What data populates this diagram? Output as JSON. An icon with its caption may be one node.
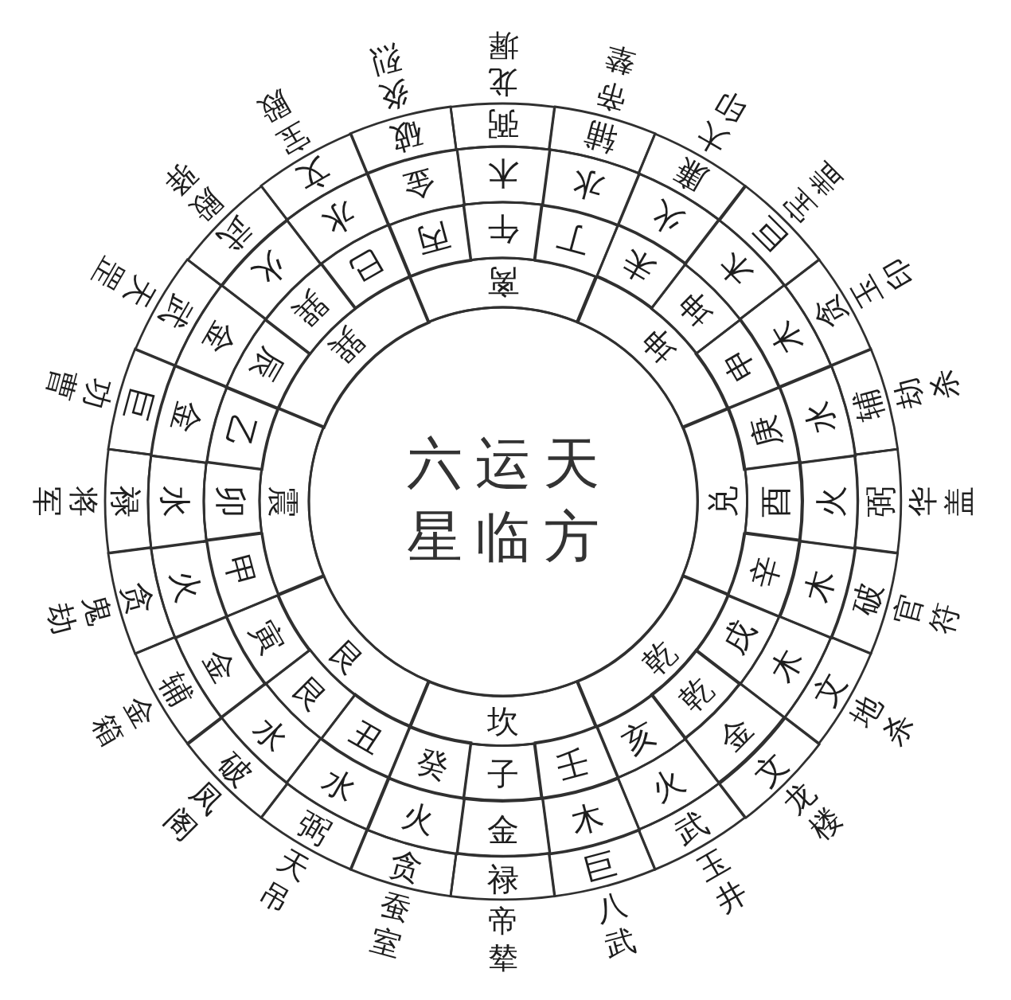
{
  "diagram": {
    "nodes": [
      {
        "text": [
          "六运天星临方"
        ]
      },
      {
        "text": [
          "离"
        ]
      },
      {
        "text": [
          "坤"
        ]
      },
      {
        "text": [
          "兑"
        ]
      },
      {
        "text": [
          "乾"
        ]
      },
      {
        "text": [
          "坎"
        ]
      },
      {
        "text": [
          "艮"
        ]
      },
      {
        "text": [
          "震"
        ]
      },
      {
        "text": [
          "巽"
        ]
      },
      {
        "text": [
          "午"
        ]
      },
      {
        "text": [
          "丁"
        ]
      },
      {
        "text": [
          "未"
        ]
      },
      {
        "text": [
          "坤"
        ]
      },
      {
        "text": [
          "申"
        ]
      },
      {
        "text": [
          "庚"
        ]
      },
      {
        "text": [
          "酉"
        ]
      },
      {
        "text": [
          "辛"
        ]
      },
      {
        "text": [
          "戌"
        ]
      },
      {
        "text": [
          "乾"
        ]
      },
      {
        "text": [
          "亥"
        ]
      },
      {
        "text": [
          "壬"
        ]
      },
      {
        "text": [
          "子"
        ]
      },
      {
        "text": [
          "癸"
        ]
      },
      {
        "text": [
          "丑"
        ]
      },
      {
        "text": [
          "艮"
        ]
      },
      {
        "text": [
          "寅"
        ]
      },
      {
        "text": [
          "甲"
        ]
      },
      {
        "text": [
          "卯"
        ]
      },
      {
        "text": [
          "乙"
        ]
      },
      {
        "text": [
          "辰"
        ]
      },
      {
        "text": [
          "巽"
        ]
      },
      {
        "text": [
          "巳"
        ]
      },
      {
        "text": [
          "丙"
        ]
      },
      {
        "text": [
          "木"
        ]
      },
      {
        "text": [
          "水"
        ]
      },
      {
        "text": [
          "火"
        ]
      },
      {
        "text": [
          "木"
        ]
      },
      {
        "text": [
          "木"
        ]
      },
      {
        "text": [
          "水"
        ]
      },
      {
        "text": [
          "火"
        ]
      },
      {
        "text": [
          "木"
        ]
      },
      {
        "text": [
          "木"
        ]
      },
      {
        "text": [
          "金"
        ]
      },
      {
        "text": [
          "火"
        ]
      },
      {
        "text": [
          "木"
        ]
      },
      {
        "text": [
          "金"
        ]
      },
      {
        "text": [
          "火"
        ]
      },
      {
        "text": [
          "水"
        ]
      },
      {
        "text": [
          "水"
        ]
      },
      {
        "text": [
          "金"
        ]
      },
      {
        "text": [
          "火"
        ]
      },
      {
        "text": [
          "水"
        ]
      },
      {
        "text": [
          "金"
        ]
      },
      {
        "text": [
          "金"
        ]
      },
      {
        "text": [
          "火"
        ]
      },
      {
        "text": [
          "水"
        ]
      },
      {
        "text": [
          "金"
        ]
      },
      {
        "text": [
          "弼"
        ],
        "beside": [
          "龙墀"
        ]
      },
      {
        "text": [
          "辅"
        ],
        "beside": [
          "帝辇"
        ]
      },
      {
        "text": [
          "廉"
        ],
        "beside": [
          "大印"
        ]
      },
      {
        "text": [
          "巨"
        ],
        "beside": [
          "宝盖"
        ]
      },
      {
        "text": [
          "贪"
        ],
        "beside": [
          "玉印"
        ]
      },
      {
        "text": [
          "辅"
        ],
        "beside": [
          "劫杀"
        ]
      },
      {
        "text": [
          "弼"
        ],
        "beside": [
          "华盖"
        ]
      },
      {
        "text": [
          "破"
        ],
        "beside": [
          "官符"
        ]
      },
      {
        "text": [
          "文"
        ],
        "beside": [
          "地杀"
        ]
      },
      {
        "text": [
          "文"
        ],
        "beside": [
          "龙楼"
        ]
      },
      {
        "text": [
          "武"
        ],
        "beside": [
          "玉井"
        ]
      },
      {
        "text": [
          "巨"
        ],
        "beside": [
          "八武"
        ]
      },
      {
        "text": [
          "禄"
        ],
        "beside": [
          "帝辇"
        ]
      },
      {
        "text": [
          "贪"
        ],
        "beside": [
          "蚕室"
        ]
      },
      {
        "text": [
          "弼"
        ],
        "beside": [
          "天吊"
        ]
      },
      {
        "text": [
          "破"
        ],
        "beside": [
          "凤阁"
        ]
      },
      {
        "text": [
          "辅"
        ],
        "beside": [
          "金箱"
        ]
      },
      {
        "text": [
          "贪"
        ],
        "beside": [
          "鬼劫"
        ]
      },
      {
        "text": [
          "禄"
        ],
        "beside": [
          "将军"
        ]
      },
      {
        "text": [
          "巨"
        ],
        "beside": [
          "功曹"
        ]
      },
      {
        "text": [
          "武"
        ],
        "beside": [
          "天罡"
        ]
      },
      {
        "text": [
          "武"
        ],
        "beside": [
          "殿驿"
        ]
      },
      {
        "text": [
          "文"
        ],
        "beside": [
          "宝殿"
        ]
      },
      {
        "text": [
          "破"
        ],
        "beside": [
          "炎烈"
        ]
      }
    ]
  }
}
